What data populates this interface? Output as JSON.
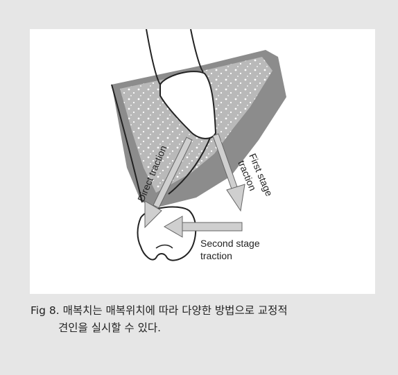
{
  "figure": {
    "labels": {
      "direct_traction": "Direct traction",
      "first_stage": "First stage",
      "first_stage_2": "traction",
      "second_stage": "Second stage",
      "second_stage_2": "traction"
    }
  },
  "caption": {
    "line1": "Fig 8. 매복치는 매복위치에 따라 다양한 방법으로 교정적",
    "line2": "견인을 실시할 수 있다."
  },
  "colors": {
    "background": "#e6e6e6",
    "panel": "#ffffff",
    "bone_light": "#b9b9b9",
    "bone_dark": "#8c8c8c",
    "arrow_fill": "#cfcfcf"
  }
}
